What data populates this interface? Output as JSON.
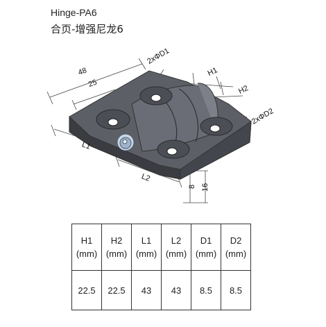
{
  "title": {
    "product": "Hinge-PA6",
    "name_cn": "合页-增强尼龙6"
  },
  "dimension_labels": {
    "width_48": "48",
    "hole_spacing_25": "25",
    "hole_d1": "2xΦD1",
    "height_h1": "H1",
    "height_h2": "H2",
    "hole_d2": "2xΦD2",
    "length_l1": "L1",
    "length_l2": "L2",
    "thickness_8": "8",
    "thickness_16": "16"
  },
  "table": {
    "headers": [
      {
        "label": "H1",
        "unit": "(mm)"
      },
      {
        "label": "H2",
        "unit": "(mm)"
      },
      {
        "label": "L1",
        "unit": "(mm)"
      },
      {
        "label": "L2",
        "unit": "(mm)"
      },
      {
        "label": "D1",
        "unit": "(mm)"
      },
      {
        "label": "D2",
        "unit": "(mm)"
      }
    ],
    "values": [
      "22.5",
      "22.5",
      "43",
      "43",
      "8.5",
      "8.5"
    ]
  },
  "colors": {
    "body": "#5d5f66",
    "body_dark": "#3a3c42",
    "body_light": "#7d8088",
    "pin": "#9fb4cc",
    "line": "#333333"
  }
}
